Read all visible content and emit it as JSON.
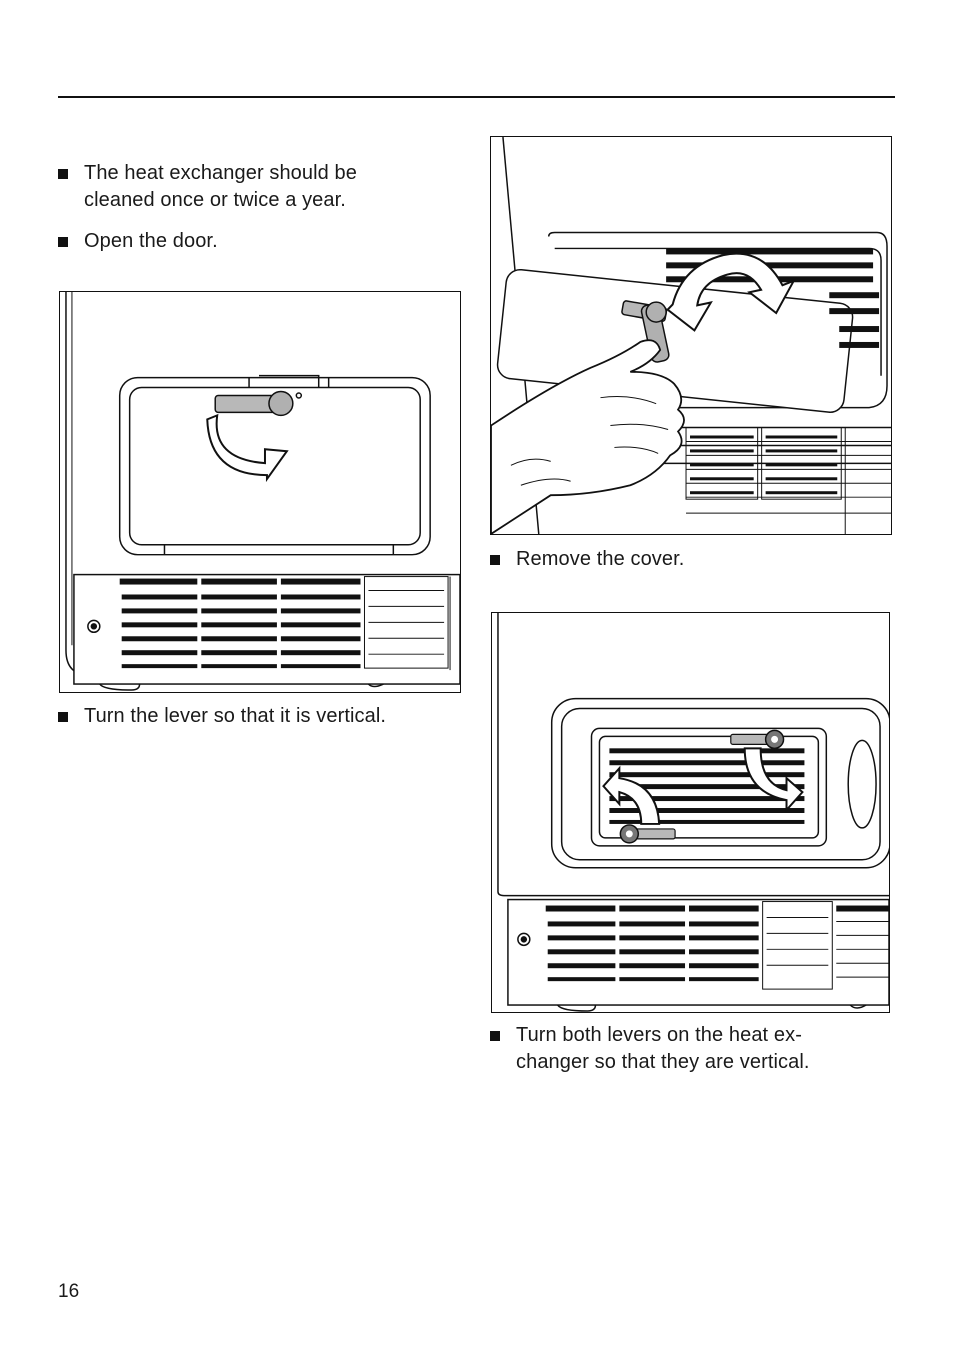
{
  "steps": {
    "clean_frequency": [
      "The heat exchanger should be",
      "cleaned once or twice a year."
    ],
    "open_door": "Open the door.",
    "turn_lever": "Turn the lever so that it is vertical.",
    "remove_cover": "Remove the cover.",
    "turn_both_levers": [
      "Turn both levers on the heat ex-",
      "changer so that they are vertical."
    ]
  },
  "page_number": "16",
  "icons": [
    "square-bullet-icon",
    "rotate-arrow-icon"
  ]
}
